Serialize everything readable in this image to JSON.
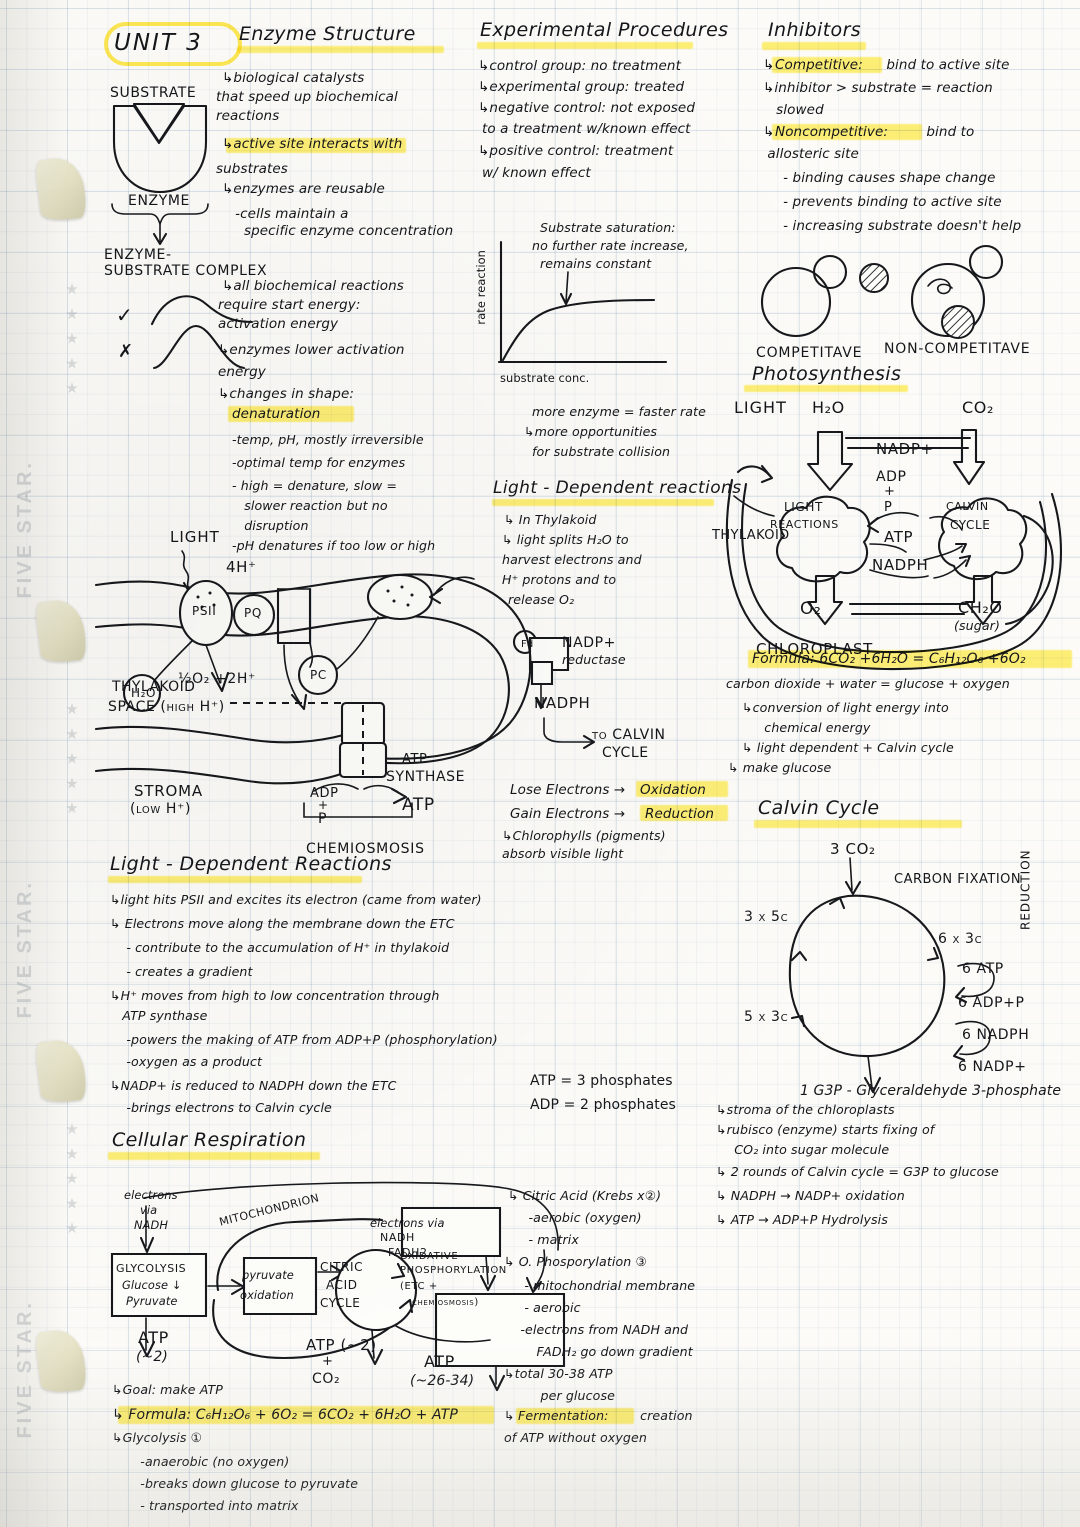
{
  "page": {
    "brand": "FIVE STAR.",
    "stars": "★ ★ ★ ★ ★",
    "unit_label": "UNIT 3"
  },
  "enzyme_structure": {
    "title": "Enzyme Structure",
    "lines": [
      "↳biological catalysts",
      "that speed up biochemical",
      "reactions",
      "↳active site interacts with",
      "substrates",
      "↳enzymes are reusable",
      "   -cells maintain a",
      "     specific enzyme concentration"
    ],
    "highlight_phrase": "active site interacts with",
    "diagram": {
      "substrate_label": "SUBSTRATE",
      "enzyme_label": "ENZYME",
      "complex_label_1": "ENZYME-",
      "complex_label_2": "SUBSTRATE COMPLEX"
    }
  },
  "activation_energy": {
    "check_mark": "✓",
    "x_mark": "✗",
    "lines": [
      "↳all biochemical reactions",
      "require start energy:",
      "activation energy",
      "↳enzymes lower activation",
      "energy",
      "↳changes in shape:"
    ],
    "denaturation": "denaturation",
    "sub_lines": [
      "-temp, pH, mostly irreversible",
      "-optimal temp for enzymes",
      "- high = denature, slow =",
      "  slower reaction but no",
      "  disruption",
      "-pH denatures if too low or high"
    ]
  },
  "experimental_procedures": {
    "title": "Experimental Procedures",
    "lines": [
      "↳control group: no treatment",
      "↳experimental group: treated",
      "↳negative control: not exposed",
      "to a treatment w/known effect",
      "↳positive control: treatment",
      "w/ known effect"
    ]
  },
  "saturation_graph": {
    "annotation": [
      "Substrate saturation:",
      "no further rate increase,",
      "remains constant"
    ],
    "ylabel": "rate reaction",
    "xlabel": "substrate conc."
  },
  "enzyme_rate_notes": {
    "lines": [
      "more enzyme = faster rate",
      "↳more opportunities",
      "for substrate collision"
    ]
  },
  "light_dependent_reactions_box": {
    "title": "Light - Dependent reactions",
    "lines": [
      "↳ In Thylakoid",
      "↳ light splits H₂O to",
      "harvest electrons and",
      "H⁺ protons and to",
      "release O₂"
    ],
    "nadp_reductase_1": "NADP+",
    "nadp_reductase_2": "reductase",
    "fd_label": "Fd",
    "nadph": "NADPH",
    "to_calvin_1": "to CALVIN",
    "to_calvin_2": "CYCLE",
    "redox": [
      {
        "text": "Lose Electrons →",
        "term": "Oxidation"
      },
      {
        "text": "Gain Electrons →",
        "term": "Reduction"
      }
    ],
    "chlorophyll": [
      "↳Chlorophylls (pigments)",
      "absorb visible light"
    ]
  },
  "inhibitors": {
    "title": "Inhibitors",
    "items": [
      {
        "term": "Competitive:",
        "text": " bind to active site",
        "highlighted": true
      },
      {
        "term": "",
        "text": "↳inhibitor > substrate = reaction",
        "highlighted": false
      },
      {
        "term": "",
        "text": "   slowed",
        "highlighted": false
      },
      {
        "term": "Noncompetitive:",
        "text": " bind to",
        "highlighted": true
      },
      {
        "term": "",
        "text": " allosteric site",
        "highlighted": false
      },
      {
        "term": "",
        "text": "   - binding causes shape change",
        "highlighted": false
      },
      {
        "term": "",
        "text": "   - prevents binding to active site",
        "highlighted": false
      },
      {
        "term": "",
        "text": "   - increasing substrate doesn't help",
        "highlighted": false
      }
    ],
    "diagram_labels": {
      "competitive": "COMPETITAVE",
      "noncompetitive": "NON-COMPETITAVE"
    }
  },
  "photosynthesis": {
    "title": "Photosynthesis",
    "diagram": {
      "light": "LIGHT",
      "water": "H₂O",
      "co2": "CO₂",
      "light_reactions_1": "LIGHT",
      "light_reactions_2": "REACTIONS",
      "calvin_1": "CALVIN",
      "calvin_2": "CYCLE",
      "nadp_plus": "NADP+",
      "adp_1": "ADP",
      "adp_2": "+",
      "adp_3": "P",
      "atp": "ATP",
      "nadph": "NADPH",
      "thylakoid": "THYLAKOID",
      "o2": "O₂",
      "ch2o": "CH₂O",
      "sugar": "(sugar)",
      "chloroplast": "CHLOROPLAST"
    },
    "formula": "Formula: 6CO₂ +6H₂O = C₆H₁₂O₆ +6O₂",
    "formula_words": "carbon dioxide + water = glucose + oxygen",
    "notes": [
      "↳conversion of light energy into",
      "   chemical energy",
      "↳ light dependent + Calvin cycle",
      "↳ make glucose"
    ]
  },
  "calvin_cycle": {
    "title": "Calvin Cycle",
    "diagram": {
      "input": "3 CO₂",
      "carbon_fixation": "CARBON FIXATION",
      "reduction": "REDUCTION",
      "left_top": "3 x 5c",
      "left_bottom": "5 x 3c",
      "right_top": "6 x 3c",
      "atp_in": "6 ATP",
      "adp_out": "6 ADP+P",
      "nadph_in": "6 NADPH",
      "nadp_out": "6 NADP+",
      "output": "1 G3P - Glyceraldehyde 3-phosphate"
    },
    "notes": [
      "↳stroma of the chloroplasts",
      "↳rubisco (enzyme) starts fixing of",
      "  CO₂ into sugar molecule",
      "↳ 2 rounds of Calvin cycle = G3P to glucose",
      "↳ NADPH → NADP+ oxidation",
      "↳ ATP → ADP+P Hydrolysis"
    ]
  },
  "thylakoid_diagram": {
    "light": "LIGHT",
    "four_h": "4H⁺",
    "psii": "PSII",
    "pq": "PQ",
    "pc": "PC",
    "h2o": "H₂O",
    "half_o2": "½O₂ +2H⁺",
    "thylakoid_space_1": "THYLAKOID",
    "thylakoid_space_2": "SPACE (high H⁺)",
    "stroma_1": "STROMA",
    "stroma_2": "(low H⁺)",
    "atp_synthase_1": "ATP",
    "atp_synthase_2": "SYNTHASE",
    "adp_1": "ADP",
    "adp_2": "+",
    "adp_3": "P",
    "atp": "ATP",
    "chemiosmosis": "CHEMIOSMOSIS"
  },
  "light_dependent_notes": {
    "title": "Light - Dependent Reactions",
    "lines": [
      "↳light hits PSII and excites its electron (came from water)",
      "↳ Electrons move along the membrane down the ETC",
      "    - contribute to the accumulation of H⁺ in thylakoid",
      "    - creates a gradient",
      "↳H⁺ moves from high to low concentration through",
      "   ATP synthase",
      "    -powers the making of ATP from ADP+P (phosphorylation)",
      "    -oxygen as a product",
      "↳NADP+ is reduced to NADPH down the ETC",
      "    -brings electrons to Calvin cycle"
    ]
  },
  "atp_facts": {
    "lines": [
      "ATP = 3 phosphates",
      "ADP = 2 phosphates"
    ]
  },
  "cellular_respiration": {
    "title": "Cellular Respiration",
    "diagram": {
      "electrons_via_1": "electrons",
      "electrons_via_2": "via",
      "electrons_via_3": "NADH",
      "glycolysis_1": "GLYCOLYSIS",
      "glycolysis_2": "Glucose ↓",
      "glycolysis_3": "Pyruvate",
      "mitochondrion": "MITOCHONDRION",
      "pyruvate_ox_1": "pyruvate",
      "pyruvate_ox_2": "oxidation",
      "citric_1": "CITRIC",
      "citric_2": "ACID",
      "citric_3": "CYCLE",
      "electrons_nadh_1": "electrons via",
      "electrons_nadh_2": "NADH",
      "electrons_nadh_3": "FADH2",
      "oxphos_1": "OXIDATIVE",
      "oxphos_2": "PHOSPHORYLATION",
      "oxphos_3": "(ETC +",
      "oxphos_4": "chemiosmosis)",
      "atp1_1": "ATP",
      "atp1_2": "(~2)",
      "atp2_1": "ATP (~2)",
      "atp2_2": "+",
      "atp2_3": "CO₂",
      "atp3_1": "ATP",
      "atp3_2": "(~26-34)"
    },
    "notes": [
      "↳Goal: make ATP",
      "↳Glycolysis ①",
      "   -anaerobic (no oxygen)",
      "   -breaks down glucose to pyruvate",
      "   - transported into matrix"
    ],
    "formula": "↳ Formula: C₆H₁₂O₆ + 6O₂ = 6CO₂ + 6H₂O + ATP",
    "right_notes": [
      "↳ Citric Acid (Krebs x②)",
      "     -aerobic (oxygen)",
      "     - matrix",
      "↳ O. Phosporylation ③",
      "    - mitochondrial membrane",
      "    - aerobic",
      "    -electrons from NADH and",
      "     FADH₂ go down gradient",
      "↳total 30-38 ATP",
      "     per glucose"
    ],
    "fermentation": {
      "term": "Fermentation:",
      "text": " creation",
      "line2": "of ATP without oxygen"
    }
  },
  "colors": {
    "highlighter": "#ffee58",
    "ink": "#14161a",
    "paper": "#fcfbf7",
    "grid": "#7896be"
  }
}
